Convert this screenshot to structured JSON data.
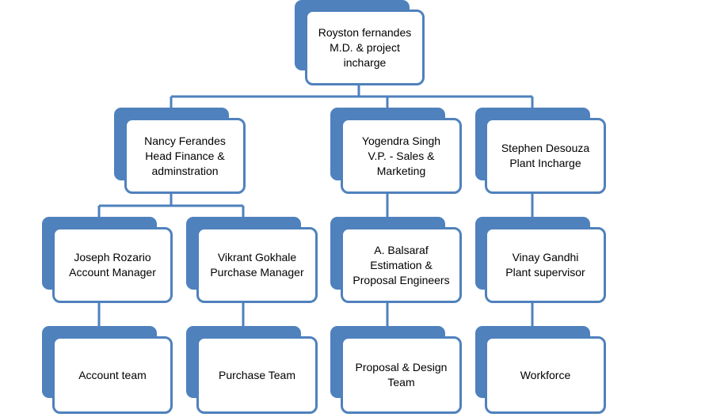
{
  "colors": {
    "accent": "#4f81bd",
    "card_fill": "#ffffff",
    "text": "#000000"
  },
  "org_chart": {
    "md": {
      "lines": [
        "Royston fernandes",
        "M.D. & project",
        "incharge"
      ]
    },
    "finance_head": {
      "lines": [
        "Nancy Ferandes",
        "Head Finance &",
        "adminstration"
      ]
    },
    "sales_vp": {
      "lines": [
        "Yogendra Singh",
        "V.P. - Sales &",
        "Marketing"
      ]
    },
    "plant_incharge": {
      "lines": [
        "Stephen Desouza",
        "Plant Incharge"
      ]
    },
    "account_manager": {
      "lines": [
        "Joseph Rozario",
        "Account Manager"
      ]
    },
    "purchase_manager": {
      "lines": [
        "Vikrant  Gokhale",
        "Purchase Manager"
      ]
    },
    "estimation_engineers": {
      "lines": [
        "A. Balsaraf",
        "Estimation &",
        "Proposal Engineers"
      ]
    },
    "plant_supervisor": {
      "lines": [
        "Vinay Gandhi",
        "Plant supervisor"
      ]
    },
    "account_team": {
      "lines": [
        "Account team"
      ]
    },
    "purchase_team": {
      "lines": [
        "Purchase Team"
      ]
    },
    "proposal_design_team": {
      "lines": [
        "Proposal & Design",
        "Team"
      ]
    },
    "workforce": {
      "lines": [
        "Workforce"
      ]
    }
  }
}
